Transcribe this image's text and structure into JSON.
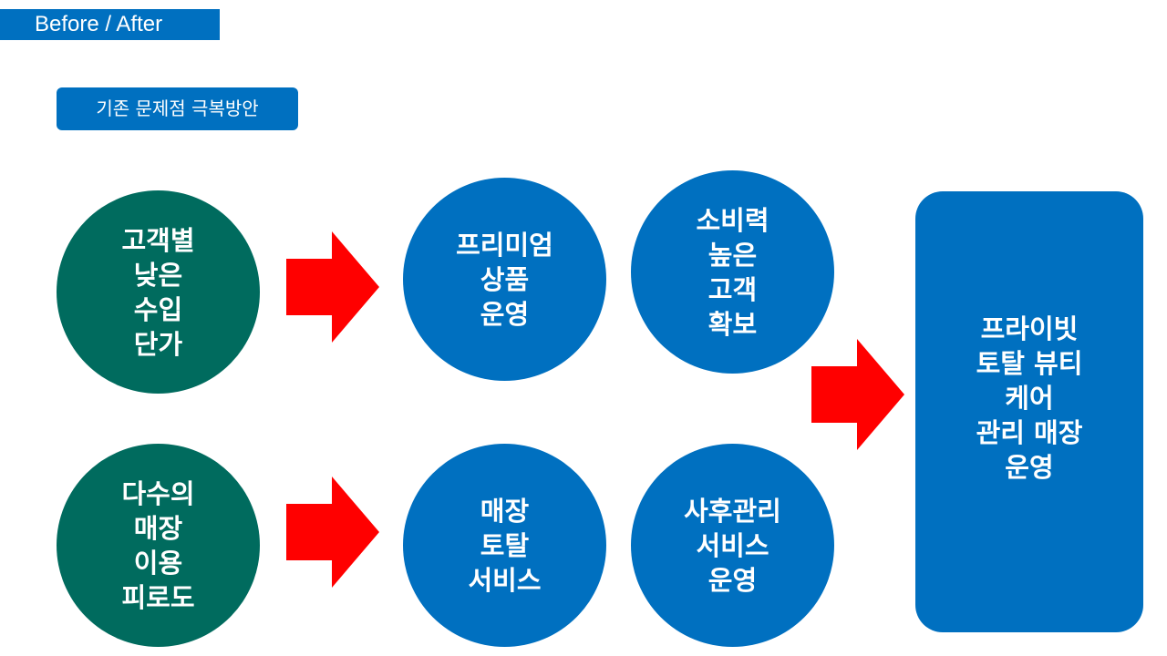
{
  "header": {
    "title": "Before / After"
  },
  "subtitle": "기존 문제점 극복방안",
  "problems": [
    {
      "text": "고객별\n낮은\n수입\n단가"
    },
    {
      "text": "다수의\n매장\n이용\n피로도"
    }
  ],
  "solutions": [
    {
      "text": "프리미엄\n상품\n운영"
    },
    {
      "text": "소비력\n높은\n고객\n확보"
    },
    {
      "text": "매장\n토탈\n서비스"
    },
    {
      "text": "사후관리\n서비스\n운영"
    }
  ],
  "result": {
    "text": "프라이빗\n토탈 뷰티\n케어\n관리 매장\n운영"
  },
  "colors": {
    "header_blue": "#0070c0",
    "problem_green": "#006b5e",
    "solution_blue": "#0070c0",
    "arrow_red": "#ff0000"
  },
  "icons": {
    "arrow": "right-arrow-icon"
  }
}
